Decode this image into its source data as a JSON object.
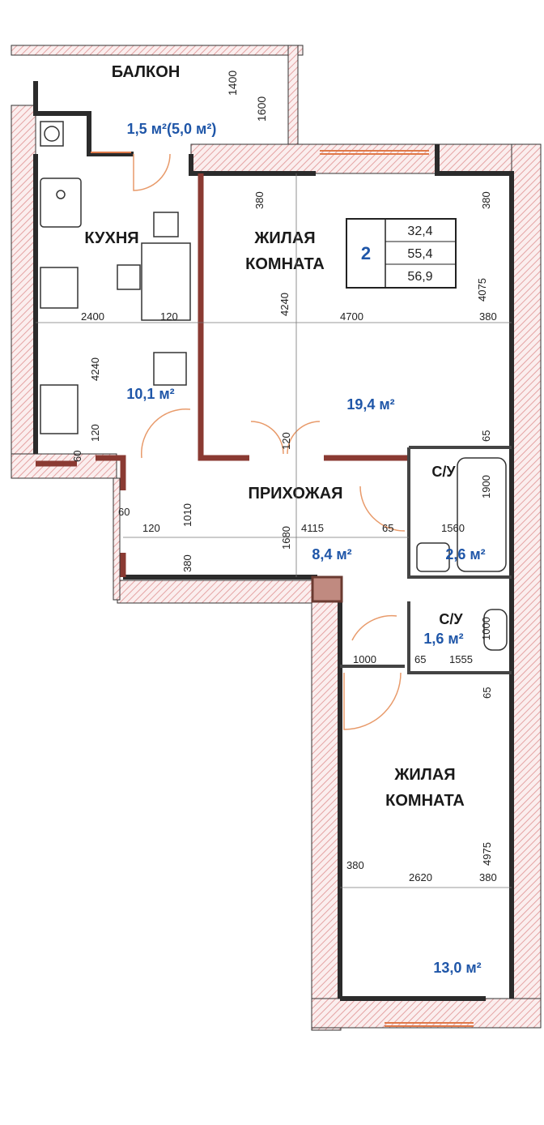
{
  "rooms": {
    "balcony": {
      "name": "БАЛКОН",
      "area": "1,5 м²(5,0 м²)"
    },
    "kitchen": {
      "name": "КУХНЯ",
      "area": "10,1 м²"
    },
    "living1": {
      "name_line1": "ЖИЛАЯ",
      "name_line2": "КОМНАТА",
      "area": "19,4 м²"
    },
    "hall": {
      "name": "ПРИХОЖАЯ",
      "area": "8,4 м²"
    },
    "bath1": {
      "name": "С/У",
      "area": "2,6 м²"
    },
    "bath2": {
      "name": "С/У",
      "area": "1,6 м²"
    },
    "living2": {
      "name_line1": "ЖИЛАЯ",
      "name_line2": "КОМНАТА",
      "area": "13,0 м²"
    }
  },
  "summary": {
    "rooms_count": "2",
    "values": [
      "32,4",
      "55,4",
      "56,9"
    ]
  },
  "dimensions": {
    "balcony_1400": "1400",
    "balcony_1600": "1600",
    "living1_380_top": "380",
    "living1_380_right": "380",
    "living1_4240": "4240",
    "living1_4075": "4075",
    "living1_4700": "4700",
    "living1_380_mid": "380",
    "kitchen_2400": "2400",
    "kitchen_120": "120",
    "kitchen_4240": "4240",
    "kitchen_120_left": "120",
    "kitchen_60": "60",
    "door_120": "120",
    "bath1_65_top": "65",
    "bath1_1900": "1900",
    "hall_60": "60",
    "hall_120": "120",
    "hall_1010": "1010",
    "hall_1680": "1680",
    "hall_4115": "4115",
    "hall_65": "65",
    "bath1_1560": "1560",
    "hall_380": "380",
    "bath2_1000": "1000",
    "corr_1000": "1000",
    "bath2_65": "65",
    "bath2_1555": "1555",
    "living2_65": "65",
    "living2_4975": "4975",
    "living2_380_left": "380",
    "living2_2620": "2620",
    "living2_380_right": "380"
  },
  "colors": {
    "wall": "#2b2b2b",
    "partition": "#8a3a32",
    "area_text": "#1f56a8",
    "hatch": "#e8a0a0",
    "door": "#e89a6a"
  }
}
